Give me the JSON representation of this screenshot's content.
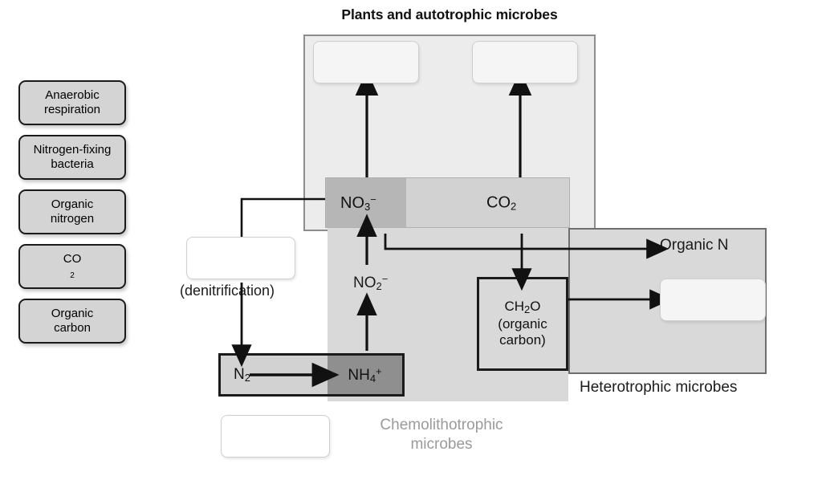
{
  "diagram": {
    "title": "Plants and autotrophic microbes",
    "panels": {
      "autotroph_label": "Plants and autotrophic microbes",
      "chemolithotroph_label": "Chemolithotrophic microbes",
      "heterotroph_label": "Heterotrophic microbes"
    }
  },
  "label_bank": {
    "items": [
      {
        "id": "anaerobic-respiration",
        "line1": "Anaerobic",
        "line2": "respiration"
      },
      {
        "id": "nitrogen-fixing-bacteria",
        "line1": "Nitrogen-fixing",
        "line2": "bacteria"
      },
      {
        "id": "organic-nitrogen",
        "line1": "Organic",
        "line2": "nitrogen"
      },
      {
        "id": "co2",
        "line1": "CO",
        "sub": "2",
        "line2": ""
      },
      {
        "id": "organic-carbon",
        "line1": "Organic",
        "line2": "carbon"
      }
    ]
  },
  "nodes": {
    "nitrate": {
      "base": "NO",
      "sub": "3",
      "charge": "−"
    },
    "carbon_dioxide": {
      "base": "CO",
      "sub": "2"
    },
    "nitrite": {
      "base": "NO",
      "sub": "2",
      "charge": "−"
    },
    "dinitrogen": {
      "base": "N",
      "sub": "2"
    },
    "ammonium": {
      "base": "NH",
      "sub": "4",
      "charge": "+"
    },
    "formaldehyde": {
      "base": "CH",
      "sub": "2",
      "tail": "O"
    },
    "formaldehyde_line2": "(organic",
    "formaldehyde_line3": "carbon)",
    "denitrification_caption": "(denitrification)",
    "organic_n": "Organic N",
    "heterotrophic_microbes": "Heterotrophic microbes",
    "chemolithotrophic_microbes": "Chemolithotrophic microbes"
  },
  "dropzones": {
    "items": [
      {
        "id": "autotroph-left",
        "value": ""
      },
      {
        "id": "autotroph-right",
        "value": ""
      },
      {
        "id": "denitrification",
        "value": ""
      },
      {
        "id": "heterotroph-right",
        "value": ""
      },
      {
        "id": "chemolithotroph-bottom",
        "value": ""
      }
    ]
  },
  "colors": {
    "panel_light": "#ececec",
    "panel_mid": "#d9d9d9",
    "band_light": "#d2d2d2",
    "band_dark": "#b6b6b6",
    "block_dark": "#8f8f8f",
    "tile_fill": "#d4d4d4",
    "ink": "#1b1b1b",
    "muted_text": "#9a9a9a"
  }
}
